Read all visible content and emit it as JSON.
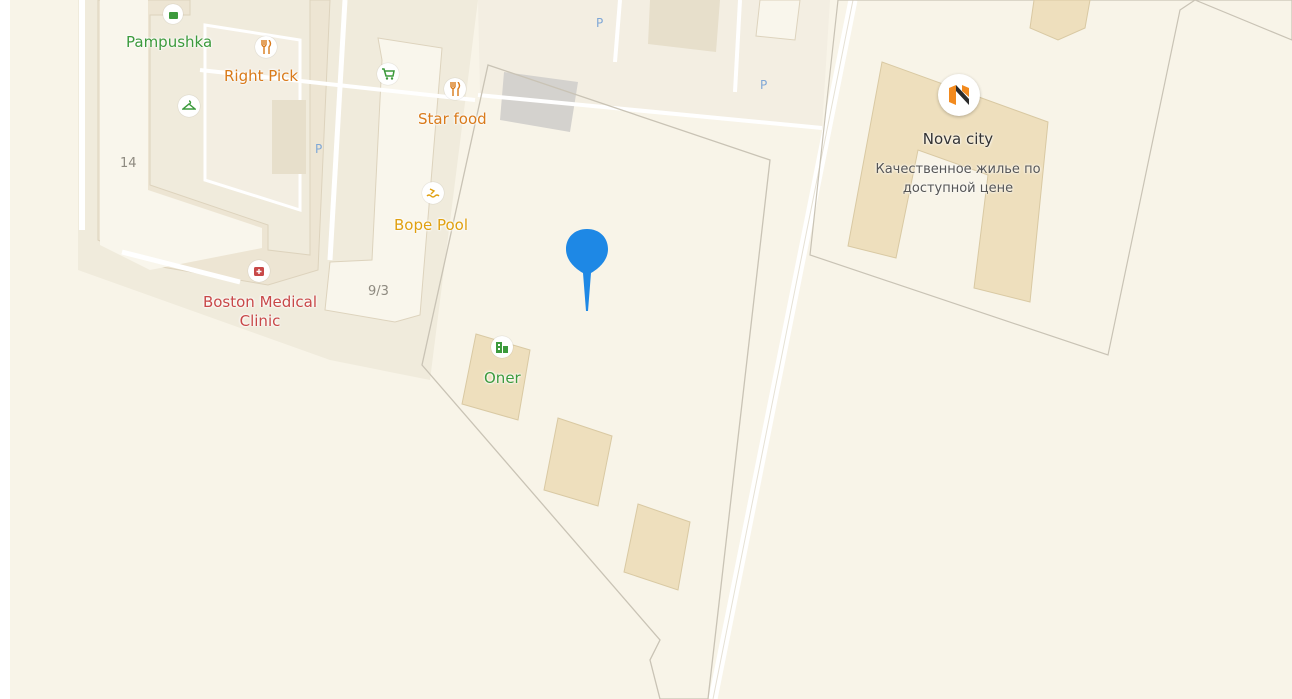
{
  "map": {
    "colors": {
      "ground": "#f8f4e8",
      "building": "#ede5d3",
      "building_light": "#f9f6ec",
      "building_highlight": "#eedfbd",
      "road": "#ffffff",
      "pin": "#1e88e5"
    },
    "pois": [
      {
        "id": "pampushka",
        "name": "Pampushka",
        "category": "shop",
        "color": "#3c9a3c",
        "icon": "shopping-bag-icon"
      },
      {
        "id": "right-pick",
        "name": "Right Pick",
        "category": "restaurant",
        "color": "#d97a1a",
        "icon": "fork-knife-icon"
      },
      {
        "id": "star-food",
        "name": "Star food",
        "category": "restaurant",
        "color": "#d97a1a",
        "icon": "fork-knife-icon"
      },
      {
        "id": "bope-pool",
        "name": "Bope Pool",
        "category": "pool",
        "color": "#e0a010",
        "icon": "swimming-icon"
      },
      {
        "id": "boston-medical",
        "name": "Boston Medical\nClinic",
        "category": "medical",
        "color": "#c84848",
        "icon": "medical-icon"
      },
      {
        "id": "oner",
        "name": "Oner",
        "category": "building",
        "color": "#3c9a3c",
        "icon": "building-icon"
      }
    ],
    "unlabeled_icons": [
      {
        "id": "grocery",
        "icon": "cart-icon",
        "color": "#3c9a3c"
      },
      {
        "id": "clothing",
        "icon": "hanger-icon",
        "color": "#3c9a3c"
      }
    ],
    "house_numbers": [
      "14",
      "9/3"
    ],
    "parking_label": "P",
    "featured": {
      "name": "Nova city",
      "subtitle_line1": "Качественное жилье по",
      "subtitle_line2": "доступной цене"
    }
  }
}
